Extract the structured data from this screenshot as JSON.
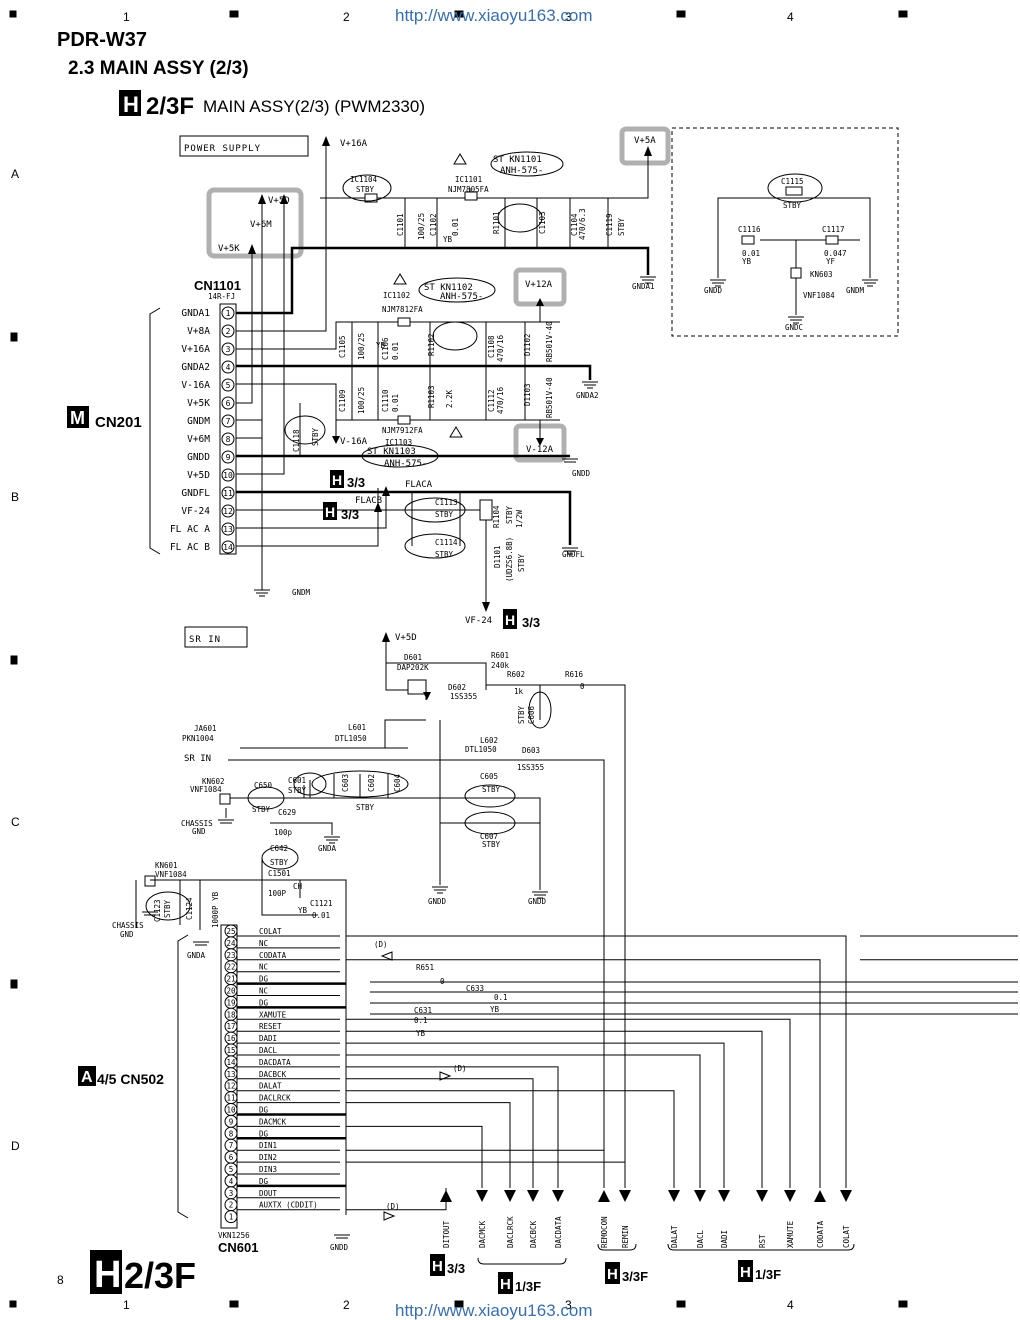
{
  "header": {
    "model": "PDR-W37",
    "section": "2.3 MAIN ASSY (2/3)",
    "badge": "H",
    "badge_ref": "2/3F",
    "assy_title": "MAIN ASSY(2/3) (PWM2330)",
    "url": "http://www.xiaoyu163.com",
    "page_number": "8",
    "footer_badge_ref": "2/3F"
  },
  "grid": {
    "columns": [
      "1",
      "2",
      "3",
      "4"
    ],
    "rows": [
      "A",
      "B",
      "C",
      "D"
    ]
  },
  "blocks": {
    "power_supply": "POWER SUPPLY",
    "sr_in": "SR IN"
  },
  "cn1101": {
    "ref": "CN1101",
    "part": "14R-FJ",
    "link_badge": "M",
    "link_ref": "CN201",
    "pins": [
      {
        "n": "1",
        "name": "GNDA1"
      },
      {
        "n": "2",
        "name": "V+8A"
      },
      {
        "n": "3",
        "name": "V+16A"
      },
      {
        "n": "4",
        "name": "GNDA2"
      },
      {
        "n": "5",
        "name": "V-16A"
      },
      {
        "n": "6",
        "name": "V+5K"
      },
      {
        "n": "7",
        "name": "GNDM"
      },
      {
        "n": "8",
        "name": "V+6M"
      },
      {
        "n": "9",
        "name": "GNDD"
      },
      {
        "n": "10",
        "name": "V+5D"
      },
      {
        "n": "11",
        "name": "GNDFL"
      },
      {
        "n": "12",
        "name": "VF-24"
      },
      {
        "n": "13",
        "name": "FL AC A"
      },
      {
        "n": "14",
        "name": "FL AC B"
      }
    ]
  },
  "cn601": {
    "ref": "CN601",
    "part": "VKN1256",
    "link_badge": "A",
    "link_ref": "4/5 CN502",
    "pins": [
      {
        "n": "25",
        "name": "COLAT"
      },
      {
        "n": "24",
        "name": "NC"
      },
      {
        "n": "23",
        "name": "CODATA"
      },
      {
        "n": "22",
        "name": "NC"
      },
      {
        "n": "21",
        "name": "DG"
      },
      {
        "n": "20",
        "name": "NC"
      },
      {
        "n": "19",
        "name": "DG"
      },
      {
        "n": "18",
        "name": "XAMUTE"
      },
      {
        "n": "17",
        "name": "RESET"
      },
      {
        "n": "16",
        "name": "DADI"
      },
      {
        "n": "15",
        "name": "DACL"
      },
      {
        "n": "14",
        "name": "DACDATA"
      },
      {
        "n": "13",
        "name": "DACBCK"
      },
      {
        "n": "12",
        "name": "DALAT"
      },
      {
        "n": "11",
        "name": "DACLRCK"
      },
      {
        "n": "10",
        "name": "DG"
      },
      {
        "n": "9",
        "name": "DACMCK"
      },
      {
        "n": "8",
        "name": "DG"
      },
      {
        "n": "7",
        "name": "DIN1"
      },
      {
        "n": "6",
        "name": "DIN2"
      },
      {
        "n": "5",
        "name": "DIN3"
      },
      {
        "n": "4",
        "name": "DG"
      },
      {
        "n": "3",
        "name": "DOUT"
      },
      {
        "n": "2",
        "name": "AUXTX (CDDIT)"
      },
      {
        "n": "1",
        "name": ""
      }
    ]
  },
  "rails": {
    "v5a": "V+5A",
    "v12a": "V+12A",
    "vm12a": "V-12A",
    "v16a": "V+16A",
    "vm16a": "V-16A",
    "v5d_top": "V+5D",
    "v6m": "V+6M",
    "v5k": "V+5K",
    "v5d_sr": "V+5D",
    "flaca": "FLACA",
    "flacb": "FLACB",
    "vf24": "VF-24"
  },
  "grounds": {
    "gnda1": "GNDA1",
    "gnda2": "GNDA2",
    "gndd_pwr": "GNDD",
    "gndfl": "GNDFL",
    "gndm": "GNDM",
    "gndd_box": "GNDD",
    "gndm_box": "GNDM",
    "gndc": "GNDC",
    "gnda_sr": "GNDA",
    "gndd_sr1": "GNDD",
    "gndd_sr2": "GNDD",
    "gnda_cn": "GNDA",
    "gndd_cn": "GNDD",
    "chassis1": "CHASSIS",
    "chassis1b": "GND",
    "chassis2": "CHASSIS",
    "chassis2b": "GND"
  },
  "parts": {
    "ic1101": "IC1101",
    "ic1101_p": "NJM7805FA",
    "ic1102": "IC1102",
    "ic1102_p": "NJM7812FA",
    "ic1103": "IC1103",
    "ic1103_p": "NJM7912FA",
    "ic1104": "IC1104",
    "stby": "STBY",
    "kn1101": "ST KN1101",
    "kn1101_p": "ANH-575-",
    "kn1102": "ST KN1102",
    "kn1102_p": "ANH-575-",
    "kn1103": "ST KN1103",
    "kn1103_p": "ANH-575-",
    "c1101": "C1101",
    "c1101_v": "100/25",
    "c1102": "C1102",
    "c1102_v": "0.01",
    "yb": "YB",
    "r1101": "R1101",
    "c1103": "C1103",
    "c1104": "C1104",
    "c1104_v": "470/6.3",
    "c1119": "C1119",
    "c1105": "C1105",
    "c1105_v": "100/25",
    "c1106": "C1106",
    "c1106_v": "0.01",
    "r1102": "R1102",
    "c1108": "C1108",
    "c1108_v": "470/16",
    "d1102": "D1102",
    "d1102_p": "RB501V-40",
    "c1109": "C1109",
    "c1109_v": "100/25",
    "c1110": "C1110",
    "c1110_v": "0.01",
    "r1103": "R1103",
    "r1103_v": "2.2K",
    "c1112": "C1112",
    "c1112_v": "470/16",
    "d1103": "D1103",
    "d1103_p": "RB501V-40",
    "c1118": "C1118",
    "c1113": "C1113",
    "c1114": "C1114",
    "r1104": "R1104",
    "r1104_v": "1/2W",
    "d1101": "D1101",
    "d1101_p": "(UDZS6.8B)",
    "c1115": "C1115",
    "c1116": "C1116",
    "c1116_v": "0.01",
    "c1117": "C1117",
    "c1117_v": "0.047",
    "yf": "YF",
    "kn603": "KN603",
    "kn603_p": "VNF1084",
    "r601": "R601",
    "r601_v": "240k",
    "d601": "D601",
    "d601_p": "DAP202K",
    "d602": "D602",
    "d602_p": "1SS355",
    "r602": "R602",
    "r602_v": "1k",
    "r616": "R616",
    "r616_v": "0",
    "c606": "C606",
    "ja601": "JA601",
    "ja601_p": "PKN1004",
    "l601": "L601",
    "l601_p": "DTL1050",
    "l602": "L602",
    "l602_p": "DTL1050",
    "d603": "D603",
    "d603_p": "1SS355",
    "sr_in_jack": "SR IN",
    "kn602": "KN602",
    "kn602_p": "VNF1084",
    "c650": "C650",
    "c601": "C601",
    "c603": "C603",
    "c602": "C602",
    "c604": "C604",
    "c629": "C629",
    "c629_v": "100p",
    "c605": "C605",
    "c607": "C607",
    "c642": "C642",
    "c1501": "C1501",
    "c1501_v": "100P",
    "ch": "CH",
    "c1121": "C1121",
    "c1121_v": "0.01",
    "kn601": "KN601",
    "kn601_p": "VNF1084",
    "c1123": "C1123",
    "c1124": "C1124",
    "c1124_v": "1000P YB",
    "r651": "R651",
    "r651_v": "0",
    "c633": "C633",
    "c633_v": "0.1",
    "c631": "C631",
    "c631_v": "0.1",
    "d_mark": "(D)"
  },
  "signals_out": [
    {
      "name": "DITOUT",
      "dir": "up"
    },
    {
      "name": "DACMCK",
      "dir": "down"
    },
    {
      "name": "DACLRCK",
      "dir": "down"
    },
    {
      "name": "DACBCK",
      "dir": "down"
    },
    {
      "name": "DACDATA",
      "dir": "down"
    },
    {
      "name": "REMOCON",
      "dir": "up"
    },
    {
      "name": "REMIN",
      "dir": "down"
    },
    {
      "name": "DALAT",
      "dir": "down"
    },
    {
      "name": "DACL",
      "dir": "down"
    },
    {
      "name": "DADI",
      "dir": "down"
    },
    {
      "name": "RST",
      "dir": "down"
    },
    {
      "name": "XAMUTE",
      "dir": "down"
    },
    {
      "name": "CODATA",
      "dir": "up"
    },
    {
      "name": "COLAT",
      "dir": "down"
    }
  ],
  "refs": {
    "h33_flaca": "3/3",
    "h33_flacb": "3/3",
    "h33_vf24": "3/3",
    "h33_dit": "3/3",
    "h13_dac": "1/3F",
    "h33_rem": "3/3F",
    "h13_ctrl": "1/3F"
  }
}
